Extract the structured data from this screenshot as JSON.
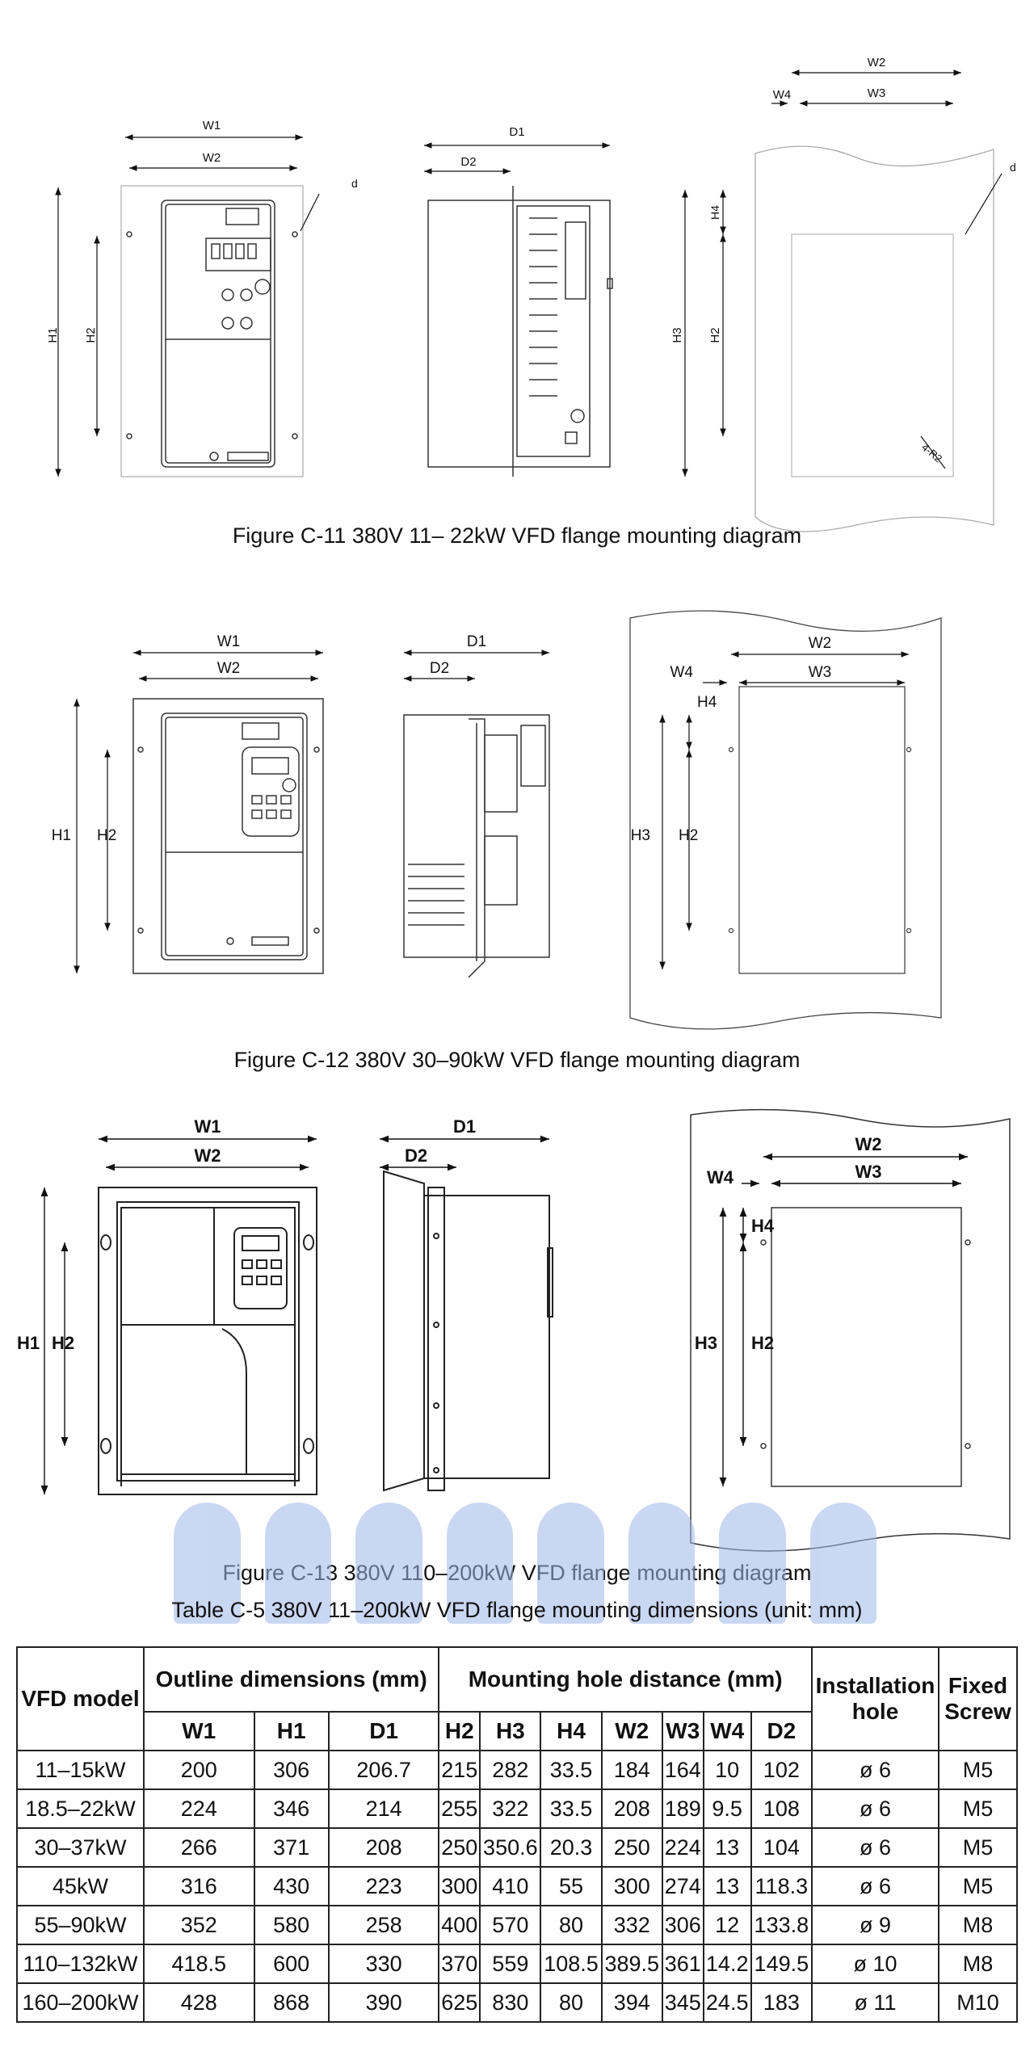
{
  "figures": [
    {
      "caption": "Figure C-11 380V 11– 22kW VFD flange mounting diagram",
      "labels": {
        "w1": "W1",
        "w2": "W2",
        "w3": "W3",
        "w4": "W4",
        "h1": "H1",
        "h2": "H2",
        "h3": "H3",
        "h4": "H4",
        "d1": "D1",
        "d2": "D2",
        "d": "d",
        "r2": "4-R2"
      }
    },
    {
      "caption": "Figure C-12 380V 30–90kW VFD flange mounting diagram",
      "labels": {
        "w1": "W1",
        "w2": "W2",
        "w3": "W3",
        "w4": "W4",
        "h1": "H1",
        "h2": "H2",
        "h3": "H3",
        "h4": "H4",
        "d1": "D1",
        "d2": "D2"
      }
    },
    {
      "caption": "Figure C-13 380V 110–200kW VFD flange mounting diagram",
      "labels": {
        "w1": "W1",
        "w2": "W2",
        "w3": "W3",
        "w4": "W4",
        "h1": "H1",
        "h2": "H2",
        "h3": "H3",
        "h4": "H4",
        "d1": "D1",
        "d2": "D2"
      }
    }
  ],
  "table": {
    "caption": "Table C-5 380V 11–200kW VFD flange mounting dimensions (unit: mm)",
    "col_model": "VFD model",
    "group_outline": "Outline dimensions (mm)",
    "group_mounting": "Mounting hole distance (mm)",
    "col_hole": "Installation hole",
    "col_screw": "Fixed Screw",
    "sub_headers": [
      "W1",
      "H1",
      "D1",
      "H2",
      "H3",
      "H4",
      "W2",
      "W3",
      "W4",
      "D2"
    ],
    "rows": [
      [
        "11–15kW",
        "200",
        "306",
        "206.7",
        "215",
        "282",
        "33.5",
        "184",
        "164",
        "10",
        "102",
        "ø 6",
        "M5"
      ],
      [
        "18.5–22kW",
        "224",
        "346",
        "214",
        "255",
        "322",
        "33.5",
        "208",
        "189",
        "9.5",
        "108",
        "ø 6",
        "M5"
      ],
      [
        "30–37kW",
        "266",
        "371",
        "208",
        "250",
        "350.6",
        "20.3",
        "250",
        "224",
        "13",
        "104",
        "ø 6",
        "M5"
      ],
      [
        "45kW",
        "316",
        "430",
        "223",
        "300",
        "410",
        "55",
        "300",
        "274",
        "13",
        "118.3",
        "ø 6",
        "M5"
      ],
      [
        "55–90kW",
        "352",
        "580",
        "258",
        "400",
        "570",
        "80",
        "332",
        "306",
        "12",
        "133.8",
        "ø 9",
        "M8"
      ],
      [
        "110–132kW",
        "418.5",
        "600",
        "330",
        "370",
        "559",
        "108.5",
        "389.5",
        "361",
        "14.2",
        "149.5",
        "ø 10",
        "M8"
      ],
      [
        "160–200kW",
        "428",
        "868",
        "390",
        "625",
        "830",
        "80",
        "394",
        "345",
        "24.5",
        "183",
        "ø 11",
        "M10"
      ]
    ]
  }
}
